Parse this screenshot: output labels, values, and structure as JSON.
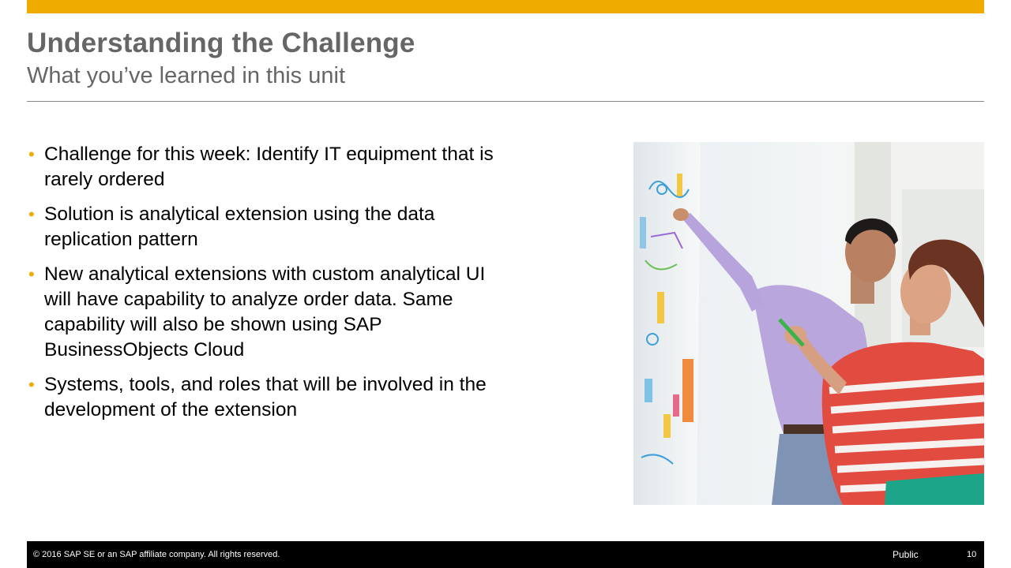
{
  "slide": {
    "title": "Understanding the Challenge",
    "subtitle": "What you’ve learned in this unit",
    "bullets": [
      {
        "text": "Challenge for this week: Identify IT equipment that is rarely ordered"
      },
      {
        "text": "Solution is analytical extension using the data replication pattern"
      },
      {
        "text": "New analytical extensions with custom analytical UI will have capability to analyze order data. Same capability will also be shown using SAP BusinessObjects Cloud"
      },
      {
        "text": "Systems, tools, and roles that will be involved in the development of the extension"
      }
    ],
    "bullet_glyph": "•"
  },
  "footer": {
    "copyright": "© 2016 SAP SE or an SAP affiliate company. All rights reserved.",
    "classification": "Public",
    "page_number": "10"
  },
  "colors": {
    "accent": "#f0ab00",
    "title_gray": "#666666",
    "footer_bg": "#000000"
  }
}
